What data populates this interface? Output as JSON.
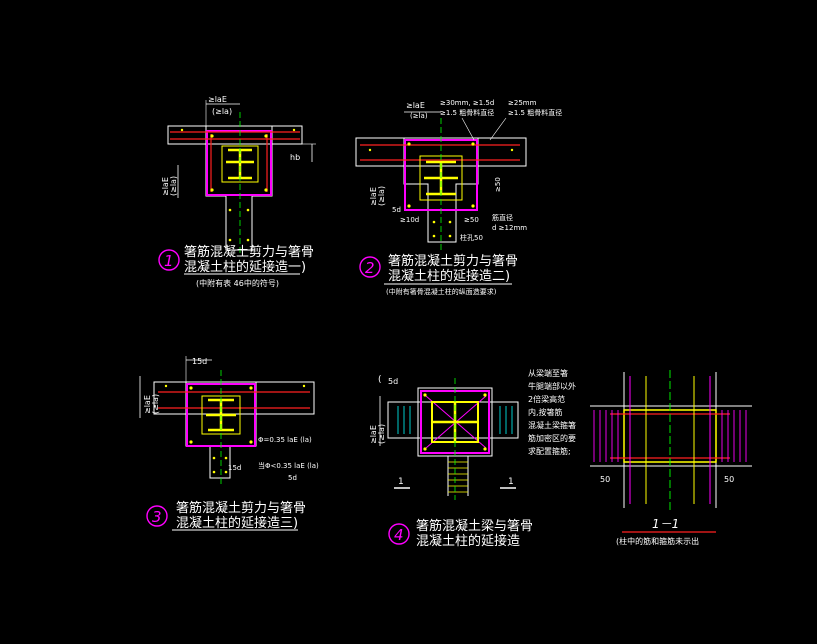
{
  "colors": {
    "background": "#000000",
    "concrete": "#ffffff",
    "stirrup": "#ff00ff",
    "steel": "#ffff00",
    "rebar_red": "#ff2020",
    "centerline": "#00ff00",
    "dimension": "#ffffff",
    "hatch": "#ffff00",
    "cyan": "#00ffff"
  },
  "detail1": {
    "number": "1",
    "caption_line1": "箸筋混凝土剪力与箸骨",
    "caption_line2": "混凝土柱的延接造一)",
    "note": "(中附有表 46中的符号)",
    "dim_top_a": "≥laE",
    "dim_top_b": "(≥la)",
    "dim_left_a": "≥laE",
    "dim_left_b": "(≥la)",
    "dim_hb": "hb"
  },
  "detail2": {
    "number": "2",
    "caption_line1": "箸筋混凝土剪力与箸骨",
    "caption_line2": "混凝土柱的延接造二)",
    "note": "(中附有箸骨混凝土柱的纵面造要求)",
    "dim_top": "≥laE",
    "dim_top_b": "(≥la)",
    "note_1a": "≥30mm, ≥1.5d",
    "note_1b": "≥1.5 粗骨料直径",
    "note_2a": "≥25mm",
    "note_2b": "≥1.5 粗骨料直径",
    "dim_left_a": "≥laE",
    "dim_left_b": "(≥la)",
    "dim_5d": "5d",
    "dim_10d": "≥10d",
    "dim_50": "≥50",
    "dim_sd": "≥50",
    "label_bar": "筋直径",
    "label_d": "d ≥12mm",
    "label_hole": "柱孔50"
  },
  "detail3": {
    "number": "3",
    "caption_line1": "箸筋混凝土剪力与箸骨",
    "caption_line2": "混凝土柱的延接造三)",
    "dim_15d_top": "15d",
    "dim_left_a": "≥laE",
    "dim_left_b": "(≥la)",
    "note_035a": "Φ=0.35 laE (la)",
    "note_035b": "当Φ<0.35 laE (la)",
    "dim_15d": "15d",
    "dim_5d": "5d"
  },
  "detail4": {
    "number": "4",
    "caption_line1": "箸筋混凝土梁与箸骨",
    "caption_line2": "混凝土柱的延接造",
    "dim_5d": "5d",
    "dim_left_a": "≥laE",
    "dim_left_b": "(≥la)",
    "cut_mark": "1",
    "note_lines": [
      "从梁端至箸",
      "牛腿端部以外",
      "2倍梁高范",
      "内,按箸筋",
      "混凝土梁箍箸",
      "筋加密区的要",
      "求配置箍筋;"
    ]
  },
  "section": {
    "title": "1－1",
    "note": "(柱中的筋和箍筋未示出",
    "dim_50_left": "50",
    "dim_50_right": "50"
  }
}
